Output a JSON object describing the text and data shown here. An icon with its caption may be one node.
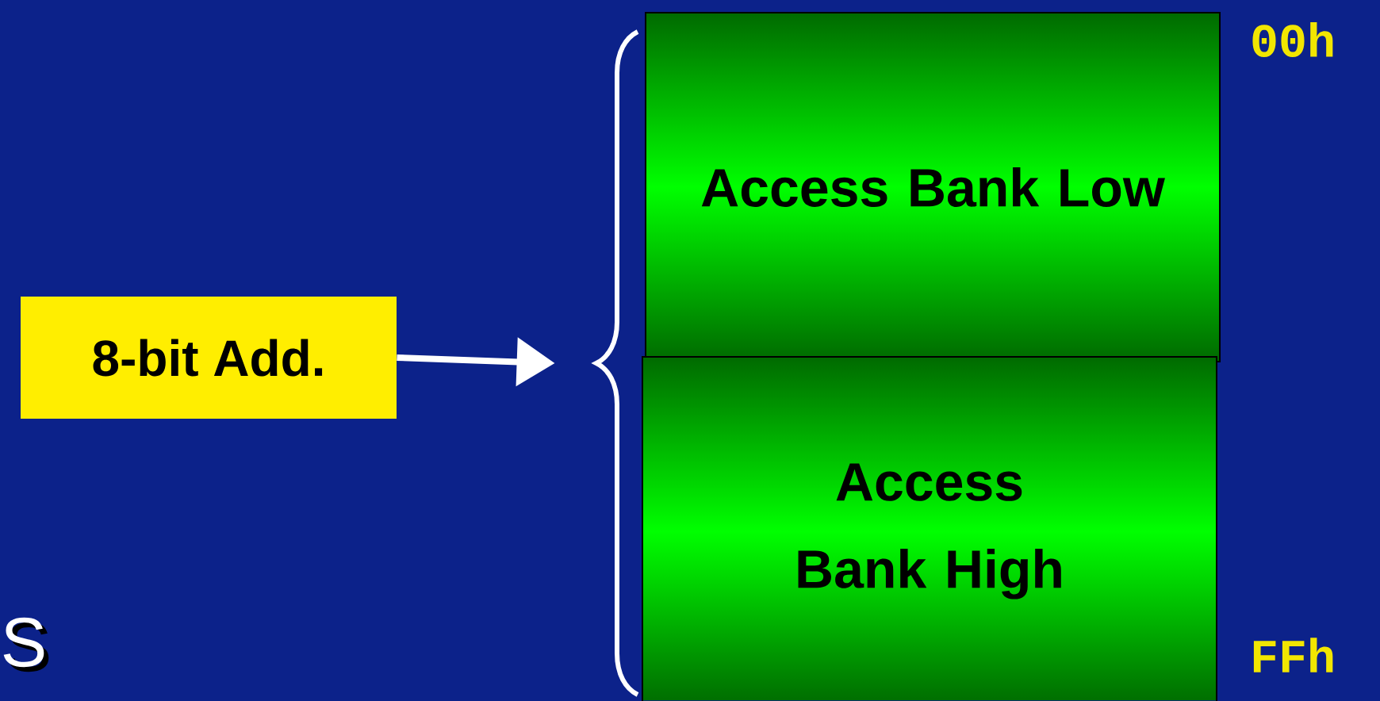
{
  "diagram": {
    "nodes": [
      {
        "text": [
          "Access Bank Low"
        ]
      },
      {
        "text": [
          "Access Bank High"
        ]
      },
      {
        "text": [
          "8-bit Add."
        ]
      },
      {
        "text": [],
        "shape": "brace"
      }
    ],
    "edges": [
      {
        "from": 2,
        "to": 3,
        "arrow": "to"
      }
    ],
    "labels": [
      "00h",
      "FFh",
      "S"
    ]
  }
}
